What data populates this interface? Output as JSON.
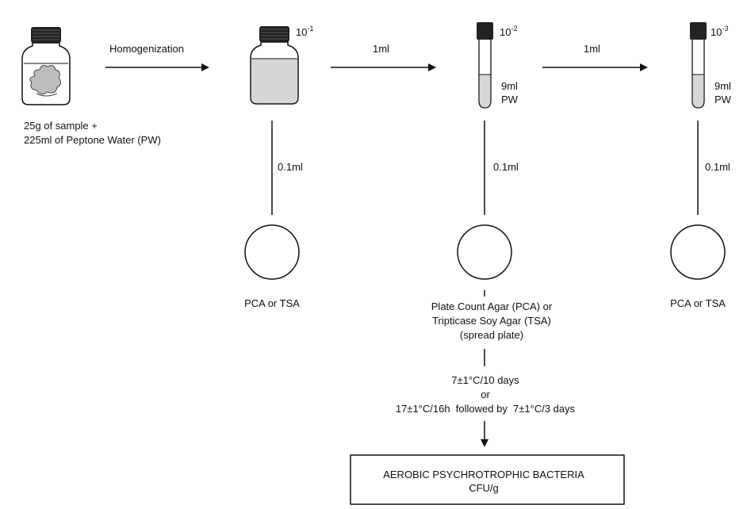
{
  "sample": {
    "line1": "25g of sample +",
    "line2": "225ml of Peptone Water (PW)"
  },
  "steps": {
    "homogenization": "Homogenization",
    "transfer1": "1ml",
    "transfer2": "1ml"
  },
  "dilutions": {
    "d1": {
      "base": "10",
      "exp": "-1"
    },
    "d2": {
      "base": "10",
      "exp": "-2",
      "volume": "9ml",
      "diluent": "PW"
    },
    "d3": {
      "base": "10",
      "exp": "-3",
      "volume": "9ml",
      "diluent": "PW"
    }
  },
  "plating": {
    "volume1": "0.1ml",
    "volume2": "0.1ml",
    "volume3": "0.1ml",
    "medium_short1": "PCA or TSA",
    "medium_short3": "PCA or TSA",
    "medium_long_line1": "Plate Count Agar (PCA) or",
    "medium_long_line2": "Tripticase Soy Agar (TSA)",
    "medium_long_line3": "(spread plate)"
  },
  "incubation": {
    "line1": "7±1°C/10 days",
    "line2": "or",
    "line3": "17±1°C/16h  followed by  7±1°C/3 days"
  },
  "result": {
    "line1": "AEROBIC PSYCHROTROPHIC BACTERIA",
    "line2": "CFU/g"
  },
  "colors": {
    "ink": "#111111",
    "cap": "#222222",
    "liquid": "#d6d6d6",
    "clump": "#bdbdbd"
  }
}
